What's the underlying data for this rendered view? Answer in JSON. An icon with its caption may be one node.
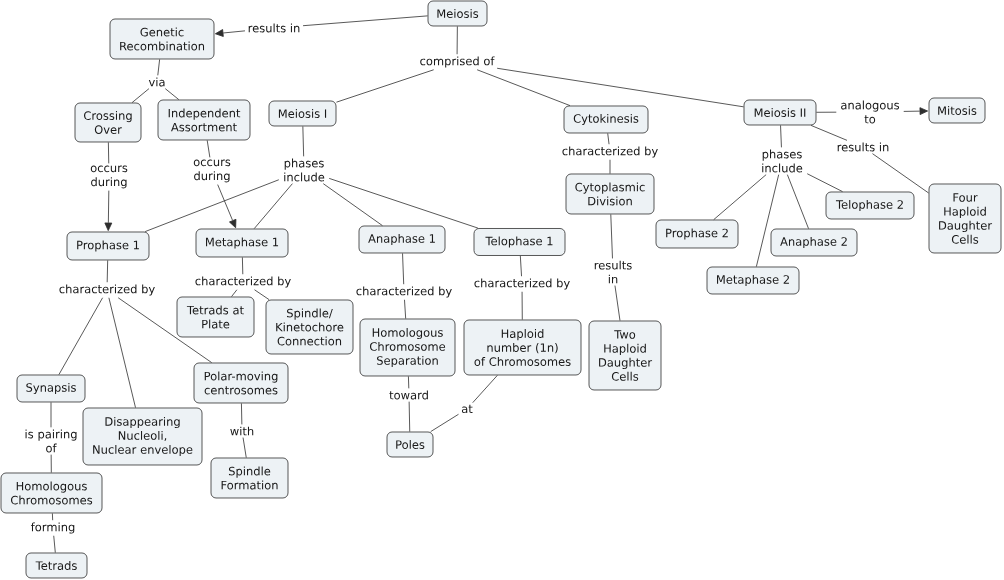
{
  "diagram": {
    "nodes": [
      {
        "text": [
          "Meiosis"
        ]
      },
      {
        "text": [
          "results in"
        ]
      },
      {
        "text": [
          "Genetic Recombination"
        ]
      },
      {
        "text": [
          "comprised of"
        ]
      },
      {
        "text": [
          "via"
        ]
      },
      {
        "text": [
          "Crossing Over"
        ]
      },
      {
        "text": [
          "Independent Assortment"
        ]
      },
      {
        "text": [
          "Meiosis I"
        ]
      },
      {
        "text": [
          "Cytokinesis"
        ]
      },
      {
        "text": [
          "Meiosis II"
        ]
      },
      {
        "text": [
          "analogous to"
        ]
      },
      {
        "text": [
          "Mitosis"
        ]
      },
      {
        "text": [
          "results in"
        ]
      },
      {
        "text": [
          "characterized by"
        ]
      },
      {
        "text": [
          "phases include"
        ]
      },
      {
        "text": [
          "occurs during"
        ]
      },
      {
        "text": [
          "occurs during"
        ]
      },
      {
        "text": [
          "phases include"
        ]
      },
      {
        "text": [
          "Cytoplasmic Division"
        ]
      },
      {
        "text": [
          "Four Haploid Daughter Cells"
        ]
      },
      {
        "text": [
          "Telophase 2"
        ]
      },
      {
        "text": [
          "Prophase 2"
        ]
      },
      {
        "text": [
          "Prophase 1"
        ]
      },
      {
        "text": [
          "Metaphase 1"
        ]
      },
      {
        "text": [
          "Anaphase 1"
        ]
      },
      {
        "text": [
          "Telophase 1"
        ]
      },
      {
        "text": [
          "Anaphase 2"
        ]
      },
      {
        "text": [
          "Metaphase 2"
        ]
      },
      {
        "text": [
          "results in"
        ]
      },
      {
        "text": [
          "characterized by"
        ]
      },
      {
        "text": [
          "characterized by"
        ]
      },
      {
        "text": [
          "characterized by"
        ]
      },
      {
        "text": [
          "characterized by"
        ]
      },
      {
        "text": [
          "Tetrads at Plate"
        ]
      },
      {
        "text": [
          "Spindle/ Kinetochore Connection"
        ]
      },
      {
        "text": [
          "Homologous Chromosome Separation"
        ]
      },
      {
        "text": [
          "Haploid number (1n) of Chromosomes"
        ]
      },
      {
        "text": [
          "Two Haploid Daughter Cells"
        ]
      },
      {
        "text": [
          "Polar-moving centrosomes"
        ]
      },
      {
        "text": [
          "Synapsis"
        ]
      },
      {
        "text": [
          "toward"
        ]
      },
      {
        "text": [
          "at"
        ]
      },
      {
        "text": [
          "Disappearing Nucleoli, Nuclear envelope"
        ]
      },
      {
        "text": [
          "is pairing of"
        ]
      },
      {
        "text": [
          "with"
        ]
      },
      {
        "text": [
          "Poles"
        ]
      },
      {
        "text": [
          "Spindle Formation"
        ]
      },
      {
        "text": [
          "Homologous Chromosomes"
        ]
      },
      {
        "text": [
          "forming"
        ]
      },
      {
        "text": [
          "Tetrads"
        ]
      }
    ],
    "edges": [
      {
        "from": 0,
        "to": 1,
        "arrow": "none"
      },
      {
        "from": 1,
        "to": 2,
        "arrow": "to"
      },
      {
        "from": 0,
        "to": 3,
        "arrow": "none"
      },
      {
        "from": 3,
        "to": 7,
        "arrow": "none"
      },
      {
        "from": 3,
        "to": 8,
        "arrow": "none"
      },
      {
        "from": 3,
        "to": 9,
        "arrow": "none"
      },
      {
        "from": 2,
        "to": 4,
        "arrow": "none"
      },
      {
        "from": 4,
        "to": 5,
        "arrow": "none"
      },
      {
        "from": 4,
        "to": 6,
        "arrow": "none"
      },
      {
        "from": 5,
        "to": 15,
        "arrow": "none"
      },
      {
        "from": 15,
        "to": 22,
        "arrow": "to"
      },
      {
        "from": 6,
        "to": 16,
        "arrow": "none"
      },
      {
        "from": 16,
        "to": 23,
        "arrow": "to"
      },
      {
        "from": 7,
        "to": 17,
        "arrow": "none"
      },
      {
        "from": 17,
        "to": 22,
        "arrow": "none"
      },
      {
        "from": 17,
        "to": 23,
        "arrow": "none"
      },
      {
        "from": 17,
        "to": 24,
        "arrow": "none"
      },
      {
        "from": 17,
        "to": 25,
        "arrow": "none"
      },
      {
        "from": 8,
        "to": 13,
        "arrow": "none"
      },
      {
        "from": 13,
        "to": 18,
        "arrow": "none"
      },
      {
        "from": 9,
        "to": 10,
        "arrow": "none"
      },
      {
        "from": 10,
        "to": 11,
        "arrow": "to"
      },
      {
        "from": 9,
        "to": 12,
        "arrow": "none"
      },
      {
        "from": 12,
        "to": 19,
        "arrow": "none"
      },
      {
        "from": 9,
        "to": 14,
        "arrow": "none"
      },
      {
        "from": 14,
        "to": 21,
        "arrow": "none"
      },
      {
        "from": 14,
        "to": 27,
        "arrow": "none"
      },
      {
        "from": 14,
        "to": 26,
        "arrow": "none"
      },
      {
        "from": 14,
        "to": 20,
        "arrow": "none"
      },
      {
        "from": 18,
        "to": 28,
        "arrow": "none"
      },
      {
        "from": 28,
        "to": 37,
        "arrow": "none"
      },
      {
        "from": 22,
        "to": 29,
        "arrow": "none"
      },
      {
        "from": 29,
        "to": 39,
        "arrow": "none"
      },
      {
        "from": 29,
        "to": 42,
        "arrow": "none"
      },
      {
        "from": 29,
        "to": 38,
        "arrow": "none"
      },
      {
        "from": 23,
        "to": 30,
        "arrow": "none"
      },
      {
        "from": 30,
        "to": 33,
        "arrow": "none"
      },
      {
        "from": 30,
        "to": 34,
        "arrow": "none"
      },
      {
        "from": 24,
        "to": 31,
        "arrow": "none"
      },
      {
        "from": 31,
        "to": 35,
        "arrow": "none"
      },
      {
        "from": 25,
        "to": 32,
        "arrow": "none"
      },
      {
        "from": 32,
        "to": 36,
        "arrow": "none"
      },
      {
        "from": 35,
        "to": 40,
        "arrow": "none"
      },
      {
        "from": 40,
        "to": 45,
        "arrow": "none"
      },
      {
        "from": 36,
        "to": 41,
        "arrow": "none"
      },
      {
        "from": 41,
        "to": 45,
        "arrow": "none"
      },
      {
        "from": 39,
        "to": 43,
        "arrow": "none"
      },
      {
        "from": 43,
        "to": 47,
        "arrow": "none"
      },
      {
        "from": 47,
        "to": 48,
        "arrow": "none"
      },
      {
        "from": 48,
        "to": 49,
        "arrow": "none"
      },
      {
        "from": 38,
        "to": 44,
        "arrow": "none"
      },
      {
        "from": 44,
        "to": 46,
        "arrow": "none"
      }
    ]
  }
}
